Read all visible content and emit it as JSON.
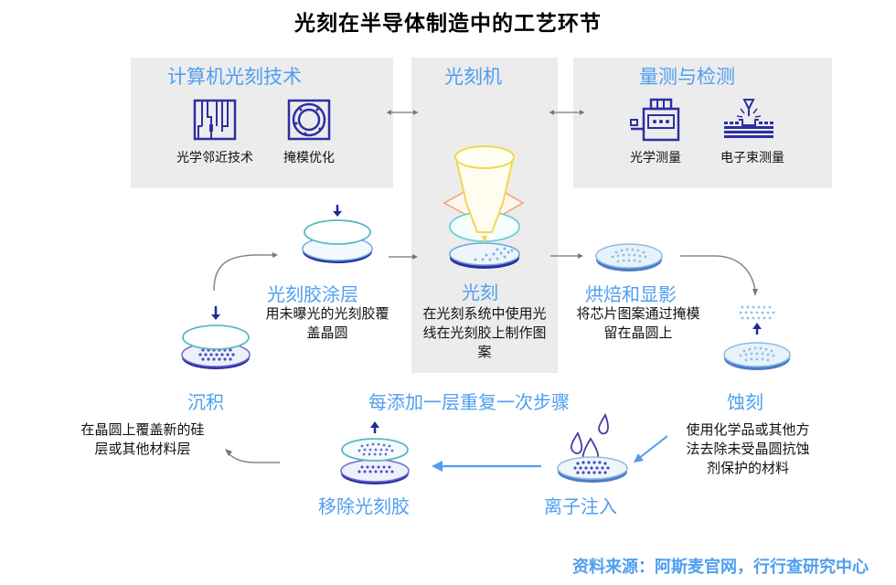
{
  "title": "光刻在半导体制造中的工艺环节",
  "top_panels": {
    "computational": {
      "title": "计算机光刻技术",
      "items": [
        {
          "label": "光学邻近技术",
          "icon": "circuit-pattern-icon"
        },
        {
          "label": "掩模优化",
          "icon": "mask-optimization-icon"
        }
      ]
    },
    "machine": {
      "title": "光刻机",
      "icon": "lithography-machine-icon"
    },
    "metrology": {
      "title": "量测与检测",
      "items": [
        {
          "label": "光学测量",
          "icon": "optical-measurement-icon"
        },
        {
          "label": "电子束测量",
          "icon": "e-beam-measurement-icon"
        }
      ]
    }
  },
  "steps": {
    "coating": {
      "title": "光刻胶涂层",
      "desc_lines": [
        "用未曝光的光刻胶覆",
        "盖晶圆"
      ]
    },
    "lithography": {
      "title": "光刻",
      "desc_lines": [
        "在光刻系统中使用光",
        "线在光刻胶上制作图",
        "案"
      ]
    },
    "develop": {
      "title": "烘焙和显影",
      "desc_lines": [
        "将芯片图案通过掩模",
        "留在晶圆上"
      ]
    },
    "etch": {
      "title": "蚀刻",
      "desc_lines": [
        "使用化学品或其他方",
        "法去除未受晶圆抗蚀",
        "剂保护的材料"
      ]
    },
    "deposition": {
      "title": "沉积",
      "desc_lines": [
        "在晶圆上覆盖新的硅",
        "层或其他材料层"
      ]
    },
    "ion": {
      "title": "离子注入"
    },
    "strip": {
      "title": "移除光刻胶"
    }
  },
  "repeat_note": "每添加一层重复一次步骤",
  "source": "资料来源：阿斯麦官网，行行查研究中心",
  "colors": {
    "accent_blue": "#4f9ef0",
    "panel_gray": "#ececec",
    "icon_navy": "#2d2fa3"
  }
}
